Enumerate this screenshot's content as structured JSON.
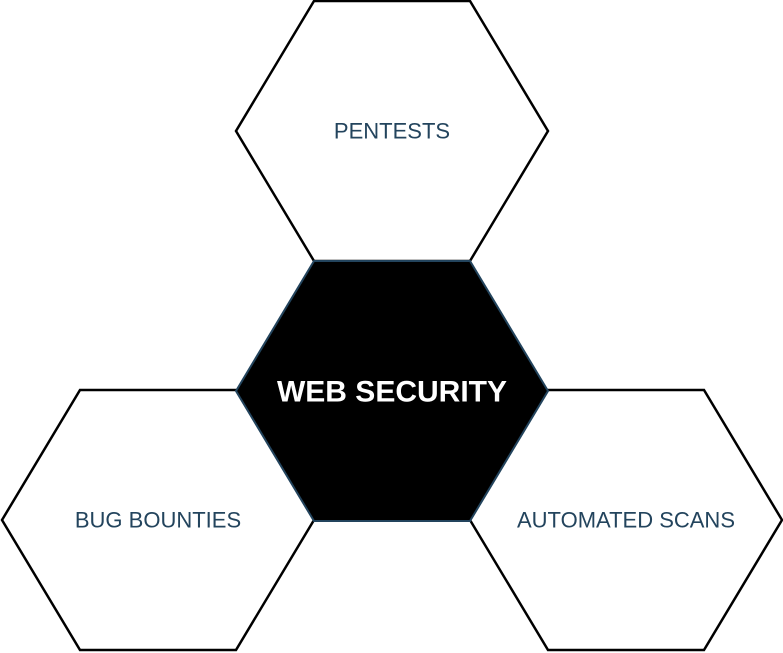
{
  "diagram": {
    "center": {
      "label": "WEB SECURITY",
      "fill_color": "#000000",
      "text_color": "#ffffff"
    },
    "nodes": [
      {
        "label": "PENTESTS"
      },
      {
        "label": "BUG BOUNTIES"
      },
      {
        "label": "AUTOMATED SCANS"
      }
    ],
    "outline_color": "#000000",
    "outer_text_color": "#23445d"
  }
}
